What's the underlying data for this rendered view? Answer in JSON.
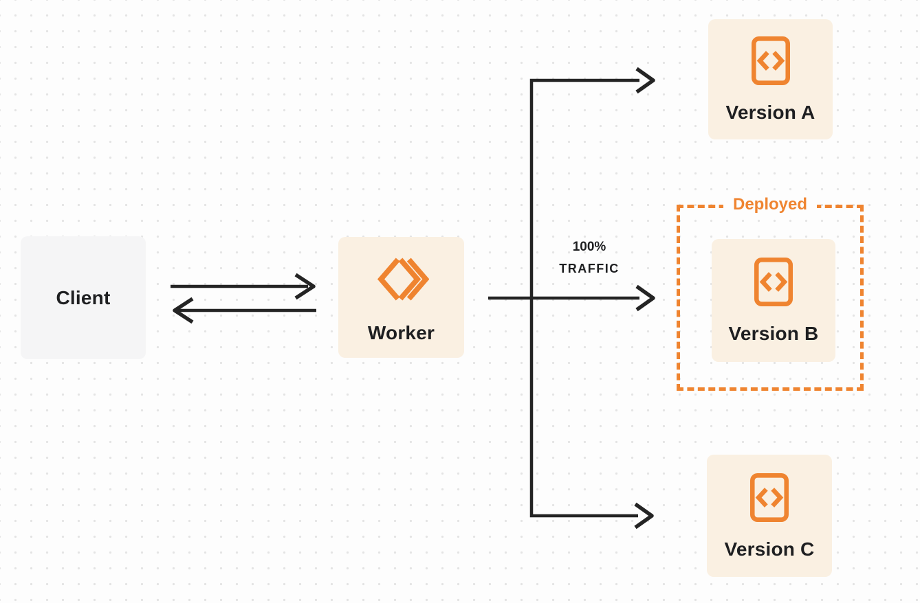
{
  "diagram": {
    "nodes": {
      "client": {
        "label": "Client"
      },
      "worker": {
        "label": "Worker"
      },
      "version_a": {
        "label": "Version A"
      },
      "version_b": {
        "label": "Version B"
      },
      "version_c": {
        "label": "Version C"
      }
    },
    "deployed_badge": {
      "label": "Deployed"
    },
    "traffic_label": {
      "line1": "100%",
      "line2": "TRAFFIC"
    },
    "icons": {
      "worker_icon": "double-chevron-worker-icon",
      "version_icon": "code-file-icon"
    },
    "colors": {
      "accent_orange": "#EF8430",
      "node_cream": "#FAF0E2",
      "client_gray": "#F5F5F6",
      "line_dark": "#242424",
      "text_dark": "#1E1F21",
      "background": "#FDFDFD",
      "dot_grid": "#E4E4E4"
    }
  }
}
